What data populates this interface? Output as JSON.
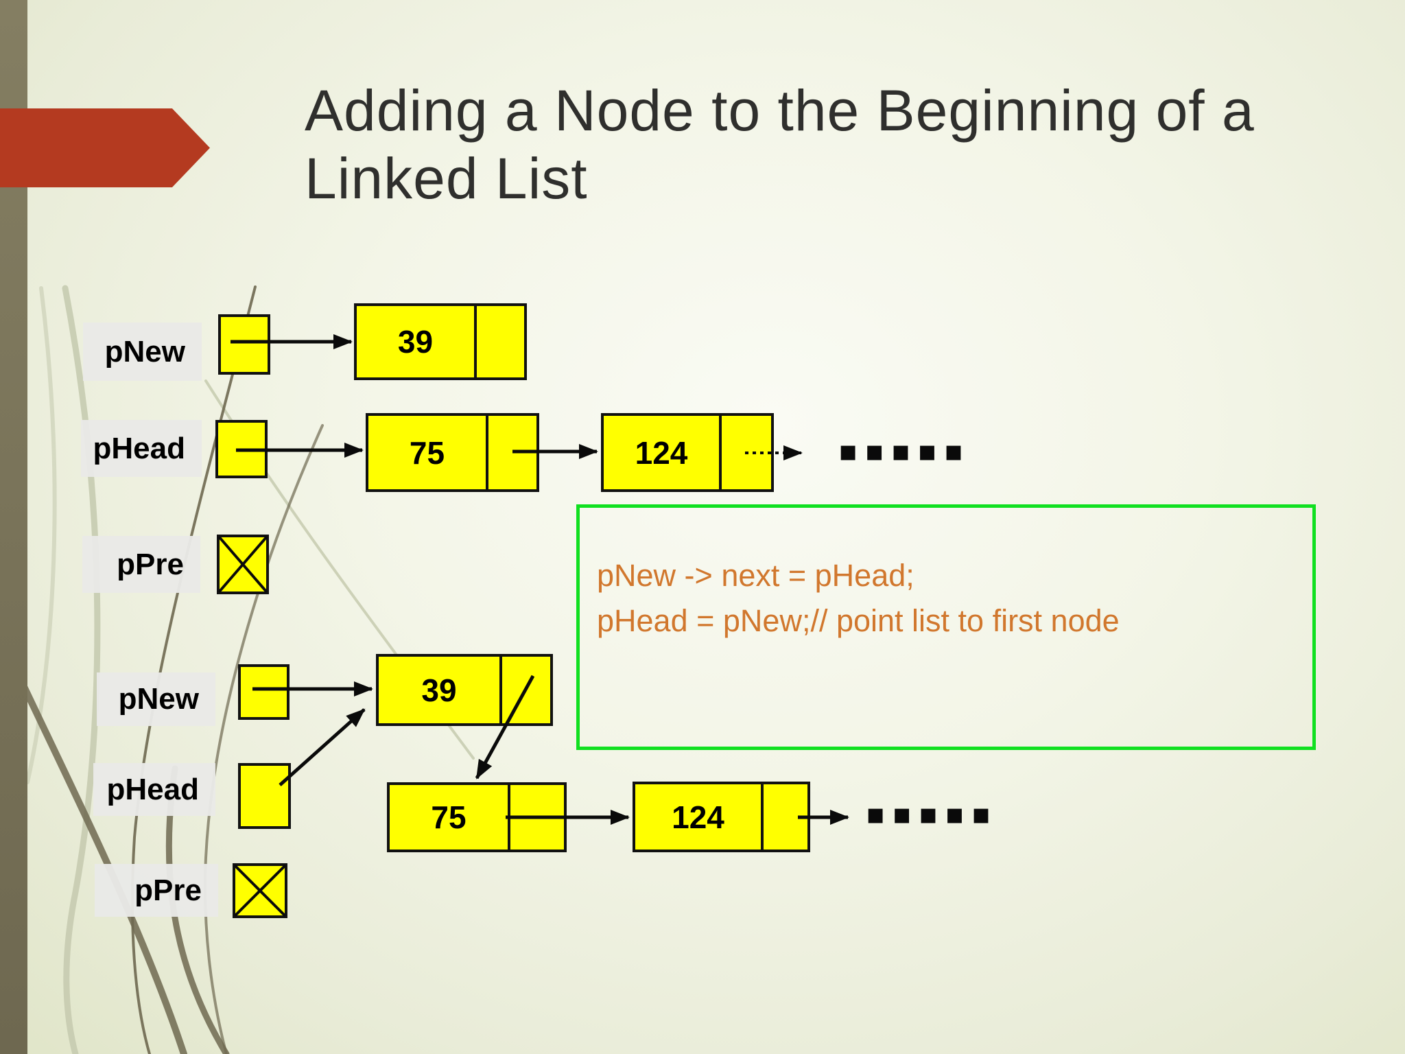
{
  "title": {
    "line1": "Adding a Node to the Beginning of a",
    "line2": "Linked List"
  },
  "code_box": {
    "line1": "pNew -> next = pHead;",
    "line2": "pHead = pNew;// point list to first node"
  },
  "diagram_before": {
    "pnew_label": "pNew",
    "phead_label": "pHead",
    "ppre_label": "pPre",
    "node_39": "39",
    "node_75": "75",
    "node_124": "124",
    "ellipsis": "▪▪▪▪▪"
  },
  "diagram_after": {
    "pnew_label": "pNew",
    "phead_label": "pHead",
    "ppre_label": "pPre",
    "node_39": "39",
    "node_75": "75",
    "node_124": "124",
    "ellipsis": "▪▪▪▪▪"
  },
  "colors": {
    "accent_red_banner": "#b43a20",
    "left_bar_olive": "#7c765a",
    "node_yellow": "#ffff00",
    "node_border": "#111111",
    "label_background": "#e9e9e7",
    "code_text_orange": "#d1772d",
    "code_border_green": "#10e020",
    "title_text": "#2f2f2d"
  }
}
